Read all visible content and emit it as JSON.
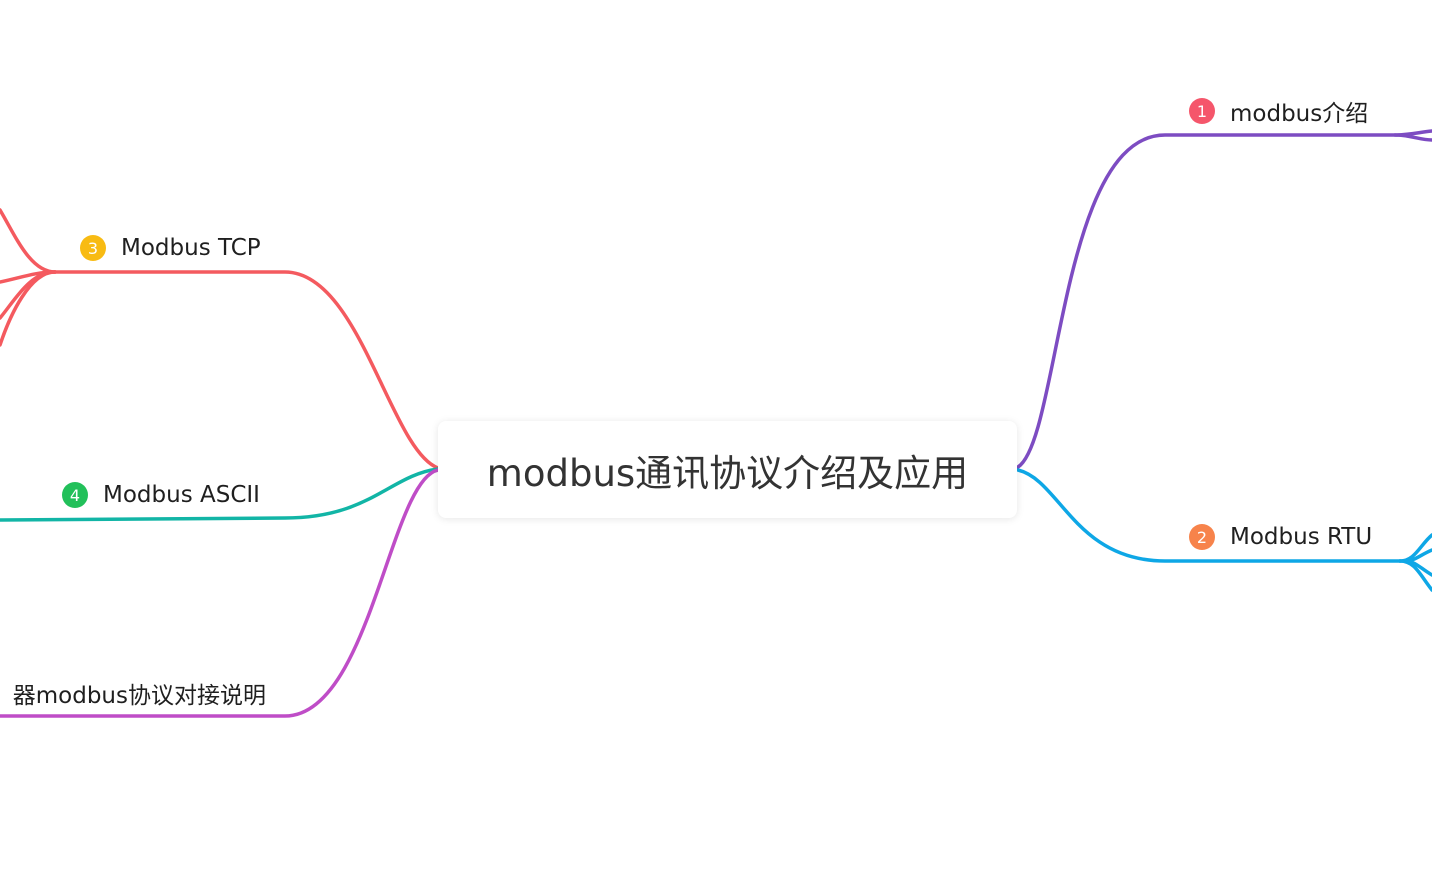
{
  "root": {
    "title": "modbus通讯协议介绍及应用"
  },
  "branches": [
    {
      "number": "1",
      "label": "modbus介绍",
      "badge_color": "#f5566b",
      "line_color": "#7d4cc2"
    },
    {
      "number": "2",
      "label": "Modbus RTU",
      "badge_color": "#f7834b",
      "line_color": "#0ea7e6"
    },
    {
      "number": "3",
      "label": "Modbus TCP",
      "badge_color": "#f8bb13",
      "line_color": "#f45a5f"
    },
    {
      "number": "4",
      "label": "Modbus ASCII",
      "badge_color": "#22c05a",
      "line_color": "#12b5a6"
    },
    {
      "number": "",
      "label": "器modbus协议对接说明",
      "badge_color": "",
      "line_color": "#bf4dc7"
    }
  ]
}
